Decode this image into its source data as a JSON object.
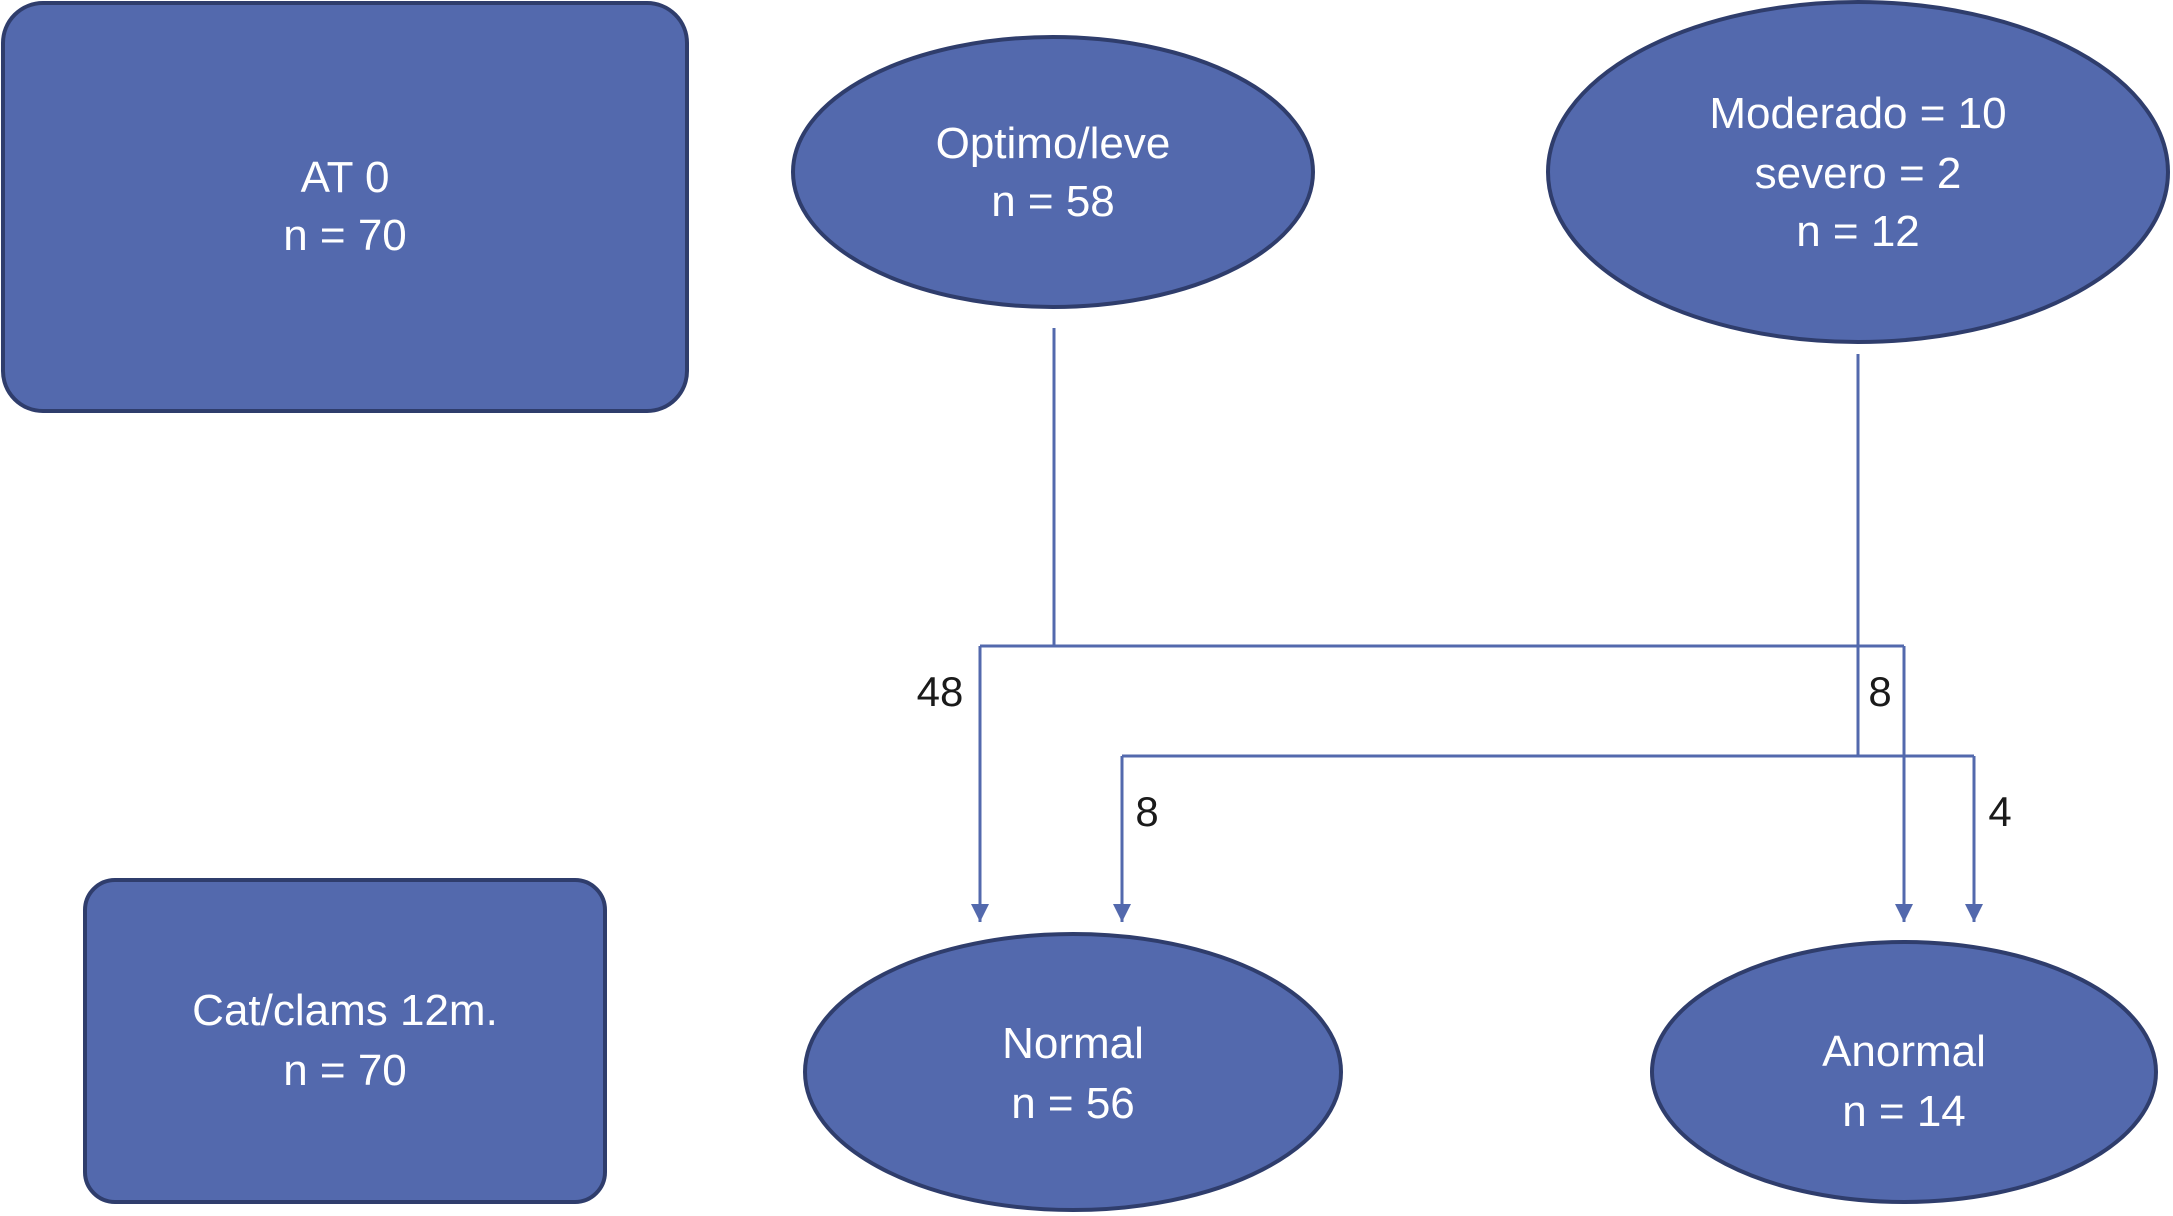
{
  "colors": {
    "node_fill": "#5369ad",
    "node_stroke": "#2f3d6c",
    "connector": "#5369ad",
    "node_text": "#ffffff",
    "label_text": "#1a1a1a"
  },
  "nodes": {
    "at0": {
      "line1": "AT 0",
      "line2": "n = 70"
    },
    "catclams": {
      "line1": "Cat/clams 12m.",
      "line2": "n = 70"
    },
    "optimo": {
      "line1": "Optimo/leve",
      "line2": "n = 58"
    },
    "moderado": {
      "line1": "Moderado = 10",
      "line2": "severo = 2",
      "line3": "n = 12"
    },
    "normal": {
      "line1": "Normal",
      "line2": "n = 56"
    },
    "anormal": {
      "line1": "Anormal",
      "line2": "n = 14"
    }
  },
  "edges": {
    "optimo_to_normal": "48",
    "optimo_to_anormal": "8",
    "moderado_to_normal": "8",
    "moderado_to_anormal": "4"
  }
}
